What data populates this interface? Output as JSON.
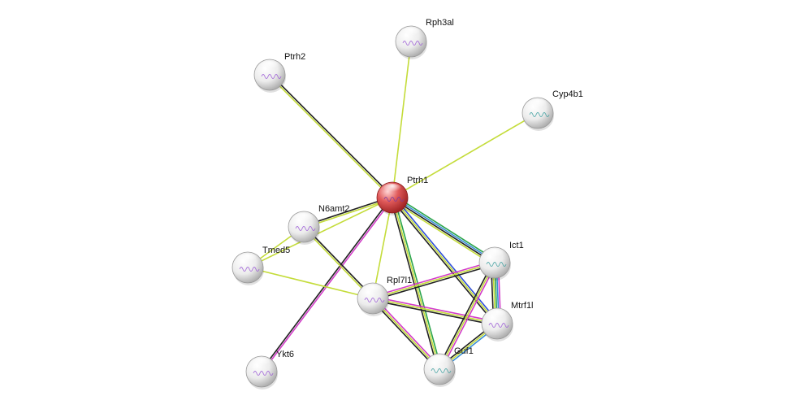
{
  "network": {
    "query_protein": "Ptrh1",
    "colors": {
      "query_node": "#d94a4a",
      "partner_node": "#e8e8e8",
      "textmining": "#c4dc3a",
      "coexpression": "#222222",
      "experiments": "#d23cc8",
      "databases": "#3a8fd6",
      "neighborhood": "#2aa44a",
      "cooccurrence": "#2f4fd8",
      "homology": "#9b5ad6"
    },
    "nodes": [
      {
        "id": "Ptrh1",
        "label": "Ptrh1",
        "query": true
      },
      {
        "id": "Rph3al",
        "label": "Rph3al"
      },
      {
        "id": "Ptrh2",
        "label": "Ptrh2"
      },
      {
        "id": "Cyp4b1",
        "label": "Cyp4b1"
      },
      {
        "id": "N6amt2",
        "label": "N6amt2"
      },
      {
        "id": "Tmed5",
        "label": "Tmed5"
      },
      {
        "id": "Ict1",
        "label": "Ict1"
      },
      {
        "id": "Rpl7l1",
        "label": "Rpl7l1"
      },
      {
        "id": "Mtrf1l",
        "label": "Mtrf1l"
      },
      {
        "id": "Guf1",
        "label": "Guf1"
      },
      {
        "id": "Ykt6",
        "label": "Ykt6"
      }
    ],
    "edges": [
      {
        "source": "Ptrh1",
        "target": "Rph3al",
        "evidence": [
          "textmining"
        ]
      },
      {
        "source": "Ptrh1",
        "target": "Ptrh2",
        "evidence": [
          "textmining",
          "coexpression"
        ]
      },
      {
        "source": "Ptrh1",
        "target": "Cyp4b1",
        "evidence": [
          "textmining"
        ]
      },
      {
        "source": "Ptrh1",
        "target": "N6amt2",
        "evidence": [
          "textmining",
          "coexpression"
        ]
      },
      {
        "source": "Ptrh1",
        "target": "Tmed5",
        "evidence": [
          "textmining"
        ]
      },
      {
        "source": "Ptrh1",
        "target": "Ykt6",
        "evidence": [
          "experiments",
          "coexpression"
        ]
      },
      {
        "source": "Ptrh1",
        "target": "Rpl7l1",
        "evidence": [
          "textmining"
        ]
      },
      {
        "source": "Ptrh1",
        "target": "Ict1",
        "evidence": [
          "neighborhood",
          "databases",
          "coexpression",
          "textmining"
        ]
      },
      {
        "source": "Ptrh1",
        "target": "Mtrf1l",
        "evidence": [
          "cooccurrence",
          "textmining",
          "coexpression"
        ]
      },
      {
        "source": "Ptrh1",
        "target": "Guf1",
        "evidence": [
          "neighborhood",
          "textmining",
          "coexpression"
        ]
      },
      {
        "source": "N6amt2",
        "target": "Tmed5",
        "evidence": [
          "textmining"
        ]
      },
      {
        "source": "N6amt2",
        "target": "Rpl7l1",
        "evidence": [
          "coexpression",
          "textmining"
        ]
      },
      {
        "source": "Tmed5",
        "target": "Rpl7l1",
        "evidence": [
          "textmining"
        ]
      },
      {
        "source": "Rpl7l1",
        "target": "Ict1",
        "evidence": [
          "experiments",
          "textmining",
          "coexpression"
        ]
      },
      {
        "source": "Rpl7l1",
        "target": "Mtrf1l",
        "evidence": [
          "experiments",
          "textmining",
          "coexpression"
        ]
      },
      {
        "source": "Rpl7l1",
        "target": "Guf1",
        "evidence": [
          "experiments",
          "textmining",
          "coexpression"
        ]
      },
      {
        "source": "Ict1",
        "target": "Mtrf1l",
        "evidence": [
          "experiments",
          "databases",
          "neighborhood",
          "textmining",
          "coexpression"
        ]
      },
      {
        "source": "Ict1",
        "target": "Guf1",
        "evidence": [
          "experiments",
          "textmining",
          "coexpression"
        ]
      },
      {
        "source": "Mtrf1l",
        "target": "Guf1",
        "evidence": [
          "databases",
          "textmining",
          "coexpression"
        ]
      }
    ]
  }
}
